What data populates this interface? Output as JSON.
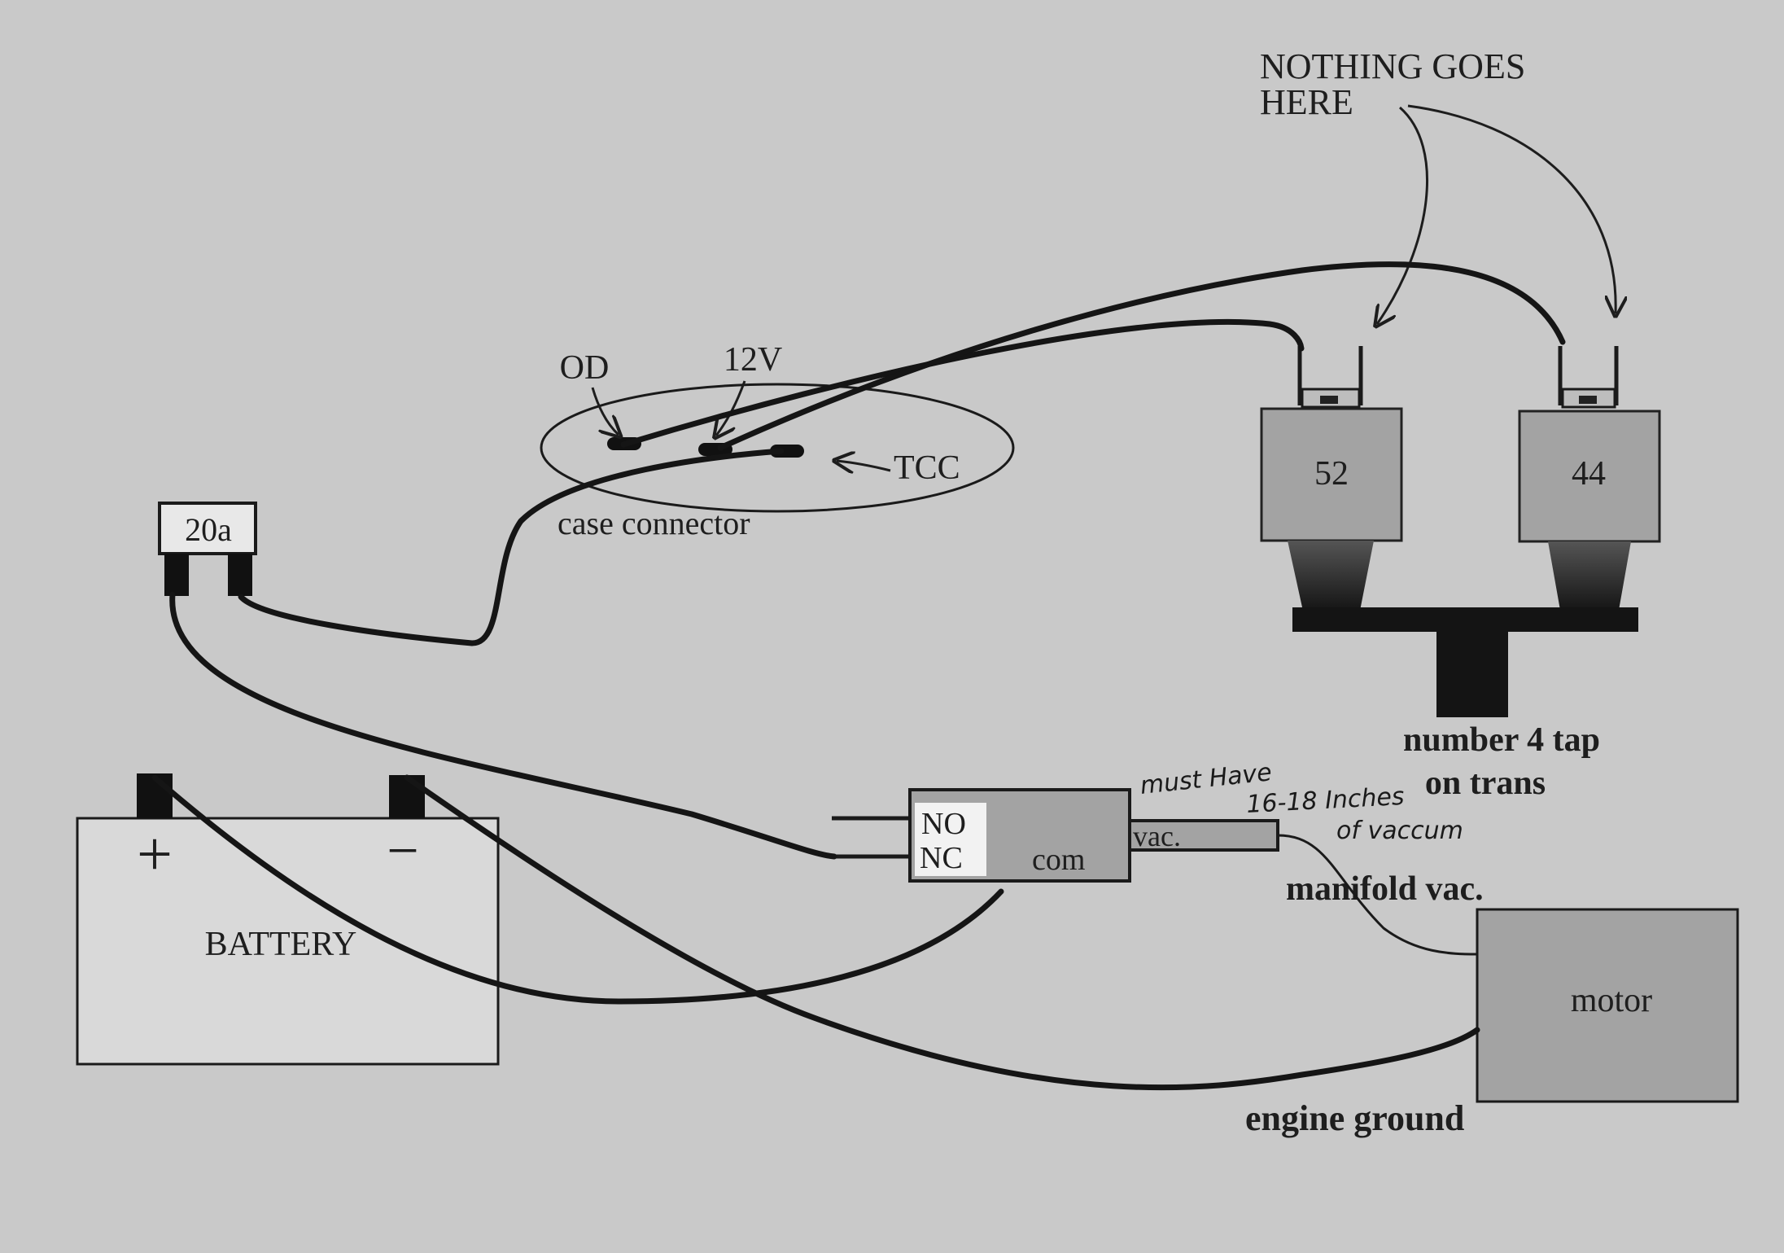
{
  "labels": {
    "nothing_goes_here_1": "NOTHING GOES",
    "nothing_goes_here_2": "HERE",
    "od": "OD",
    "v12": "12V",
    "tcc": "TCC",
    "case_connector": "case connector",
    "fuse": "20a",
    "solenoid_52": "52",
    "solenoid_44": "44",
    "tap_line1": "number 4 tap",
    "tap_line2": "on trans",
    "battery": "BATTERY",
    "battery_plus": "+",
    "battery_minus": "−",
    "switch_no": "NO",
    "switch_nc": "NC",
    "switch_com": "com",
    "switch_vac": "vac.",
    "handnote_1": "must Have",
    "handnote_2": "16-18 Inches",
    "handnote_3": "of vaccum",
    "manifold_vac": "manifold vac.",
    "motor": "motor",
    "engine_ground": "engine ground"
  },
  "colors": {
    "paper": "#c9c9c9",
    "wire": "#151515",
    "box_fill": "#a3a3a3",
    "battery_fill": "#d9d9d9"
  }
}
